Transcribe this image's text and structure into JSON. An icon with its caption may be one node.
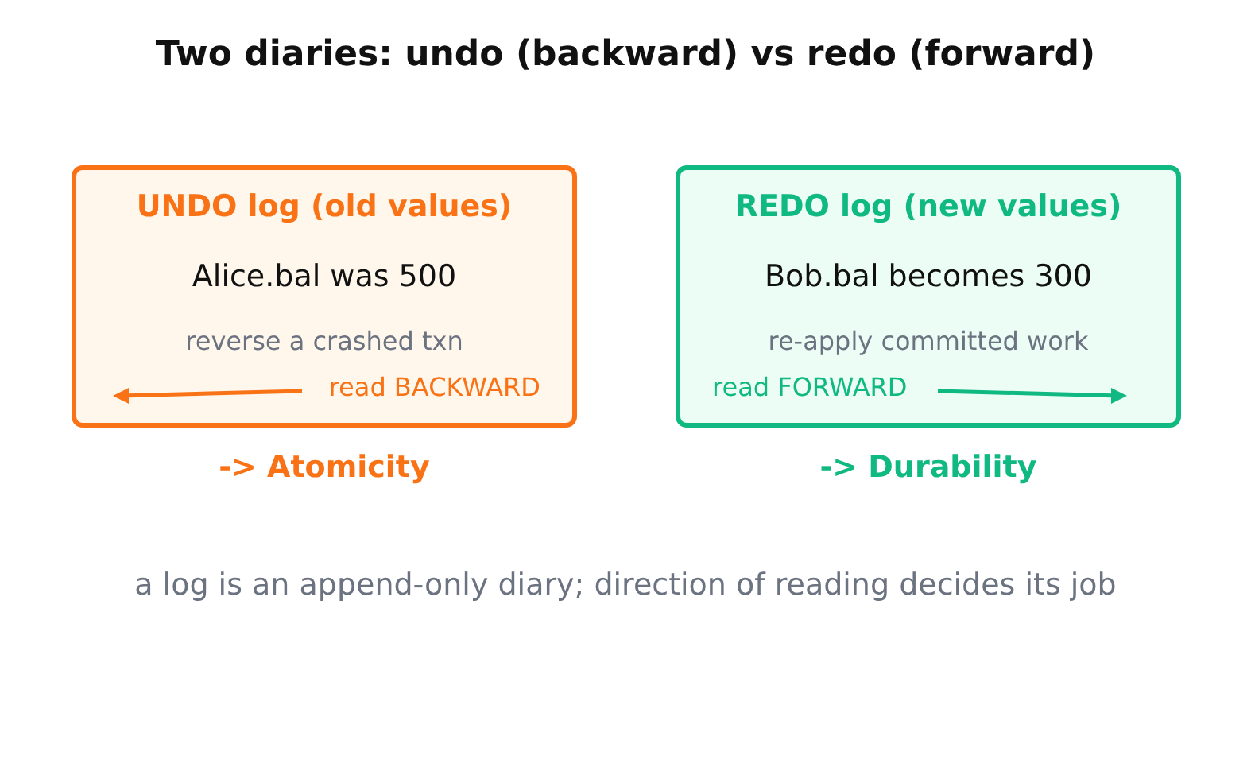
{
  "diagram": {
    "title": "Two diaries: undo (backward) vs redo (forward)",
    "nodes": [
      {
        "text": [
          "UNDO log (old values)",
          "Alice.bal was 500",
          "reverse a crashed txn",
          "read BACKWARD"
        ],
        "beside": [
          "-> Atomicity"
        ]
      },
      {
        "text": [
          "REDO log (new values)",
          "Bob.bal becomes 300",
          "re-apply committed work",
          "read FORWARD"
        ],
        "beside": [
          "-> Durability"
        ]
      }
    ],
    "labels": [
      "a log is an append-only diary; direction of reading decides its job"
    ]
  }
}
